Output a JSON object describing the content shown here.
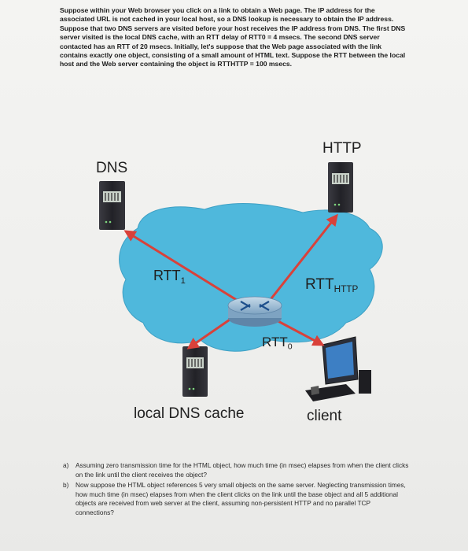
{
  "problem": {
    "intro": "Suppose within your Web browser you click on a link to obtain a Web page. The IP address for the associated URL is not cached in your local host, so a DNS lookup is necessary to obtain the IP address. Suppose that two DNS servers are visited before your host receives the IP address from DNS. The first DNS server visited is the local DNS cache, with an RTT delay of RTT0 = 4 msecs. The second DNS server contacted has an RTT of 20 msecs. Initially, let's suppose that the Web page associated with the link contains exactly one object, consisting of a small amount of HTML text. Suppose the RTT between the local host and the Web server containing the object is RTTHTTP = 100 msecs."
  },
  "diagram": {
    "dns_label": "DNS",
    "http_label": "HTTP",
    "rtt1_label": "RTT",
    "rtt1_sub": "1",
    "rtthttp_label": "RTT",
    "rtthttp_sub": "HTTP",
    "rtt0_label": "RTT",
    "rtt0_sub": "0",
    "local_dns_label": "local DNS cache",
    "client_label": "client",
    "colors": {
      "cloud": "#4fb8dc",
      "arrow": "#d9413a",
      "server": "#2b2b30",
      "server_light": "#c9d2c9",
      "router": "#8fb3cf"
    }
  },
  "questions": [
    {
      "letter": "a)",
      "text": "Assuming zero transmission time for the HTML object, how much time (in msec) elapses from when the client clicks on the link until the client receives the object?"
    },
    {
      "letter": "b)",
      "text": "Now suppose the HTML object references 5 very small objects on the same server. Neglecting transmission times, how much time (in msec) elapses from when the client clicks on the link until the base object and all 5 additional objects are received from web server at the client, assuming non-persistent HTTP and no parallel TCP connections?"
    }
  ]
}
